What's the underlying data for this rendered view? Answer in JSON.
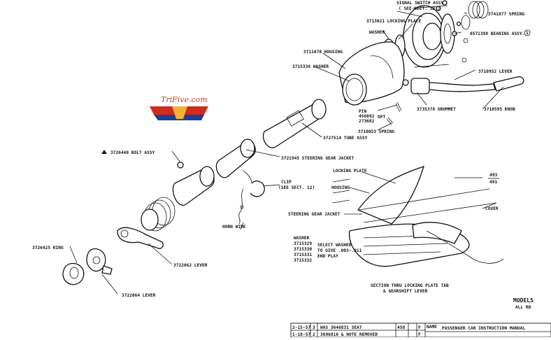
{
  "logo": {
    "text": "TriFive.com",
    "colors": {
      "red": "#d22a1e",
      "blue": "#1c3f94",
      "gold": "#f2b233"
    }
  },
  "labels": {
    "signal_switch": "SIGNAL SWITCH ASSY",
    "signal_switch_ref": "( SEE SECT. 12 )",
    "locking_plate_num": "3713021 LOCKING PLATE",
    "spring_top": "3741877 SPRING",
    "bearing": "0571398 BEARING ASSY.",
    "washer_top": "WASHER",
    "housing_num": "3711078 HOUSING",
    "washer_num": "3715338 WASHER",
    "lever_num": "3710952 LEVER",
    "pin": "PIN",
    "pin_num1": "456692",
    "pin_num2": "273682",
    "opt": "OPT",
    "grommet": "3735378 GROMMET",
    "knob": "3710595 KNOB",
    "spring_mid": "3710053 SPRING",
    "tube": "3727514 TUBE ASSY",
    "jacket_num": "3721945 STEERING GEAR JACKET",
    "bolt": "3726440 BOLT ASSY",
    "clip": "CLIP",
    "clip_ref": "(SEE SECT. 12)",
    "horn_wire": "HORN WIRE",
    "ring": "3726425 RING",
    "lever_lower": "3722062 LEVER",
    "lever_bottom": "3722064 LEVER",
    "locking_plate_sect": "LOCKING PLATE",
    "housing_sect": "HOUSING",
    "jacket_sect": "STEERING GEAR JACKET",
    "cover": "COVER",
    "dim_top": "493",
    "dim_bot": "491",
    "washer_sect": "WASHER",
    "washer_nums": [
      "3715329",
      "3715330",
      "3715331",
      "3715332"
    ],
    "select_washer": [
      "SELECT WASHER",
      "TO GIVE .003-.011",
      "END PLAY"
    ],
    "section_caption": [
      "SECTION THRU LOCKING PLATE TAB",
      "& GEARSHIFT LEVER"
    ],
    "models": "MODELS",
    "all_rd": "ALL RD",
    "circle_num": "1"
  },
  "revision_block": {
    "rows": [
      {
        "date": "2-15-57",
        "num": "3",
        "desc": "WAS 3646831 SEAT",
        "ref": "458",
        "code": "F"
      },
      {
        "date": "1-18-57",
        "num": "2",
        "desc": "3696816 & NOTE REMOVED",
        "ref": "",
        "code": "F"
      }
    ],
    "name_label": "NAME",
    "title": "PASSENGER CAR INSTRUCTION MANUAL"
  }
}
